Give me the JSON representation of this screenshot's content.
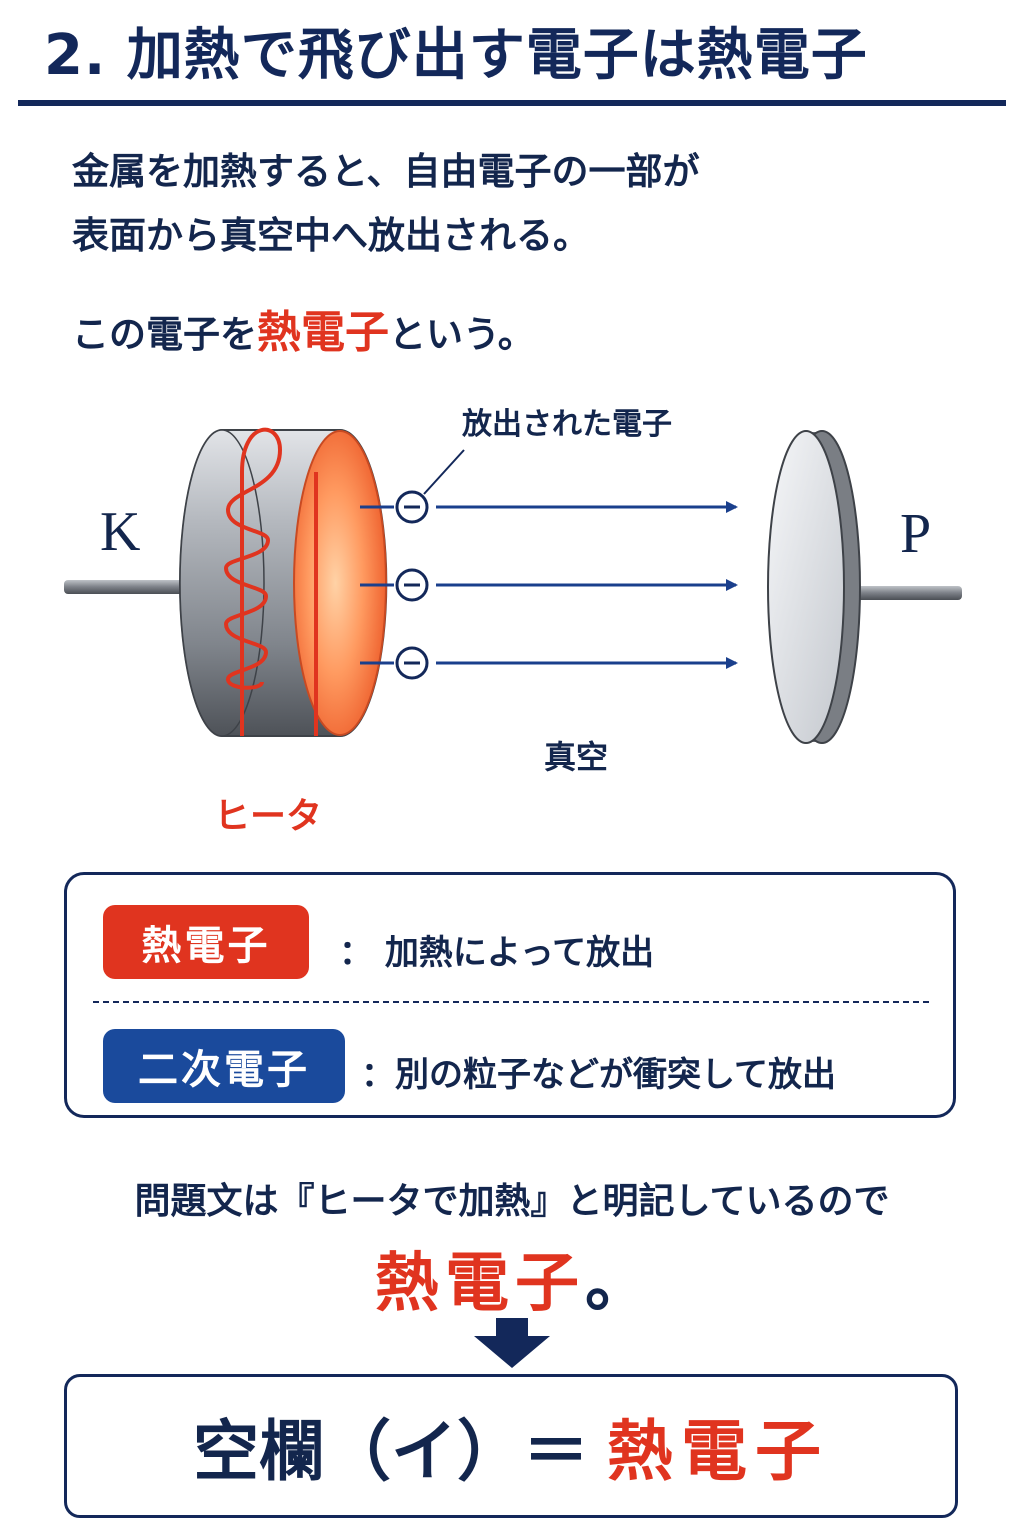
{
  "header": {
    "title": "2. 加熱で飛び出す電子は熱電子"
  },
  "intro": {
    "line1": "金属を加熱すると、自由電子の一部が",
    "line2": "表面から真空中へ放出される。",
    "line3_pre": "この電子を",
    "line3_highlight": "熱電子",
    "line3_post": "という。"
  },
  "diagram": {
    "cathode_label": "K",
    "plate_label": "P",
    "emitted_label": "放出された電子",
    "vacuum_label": "真空",
    "heater_label": "ヒータ",
    "electron_symbol": "⊖",
    "electron_count": 3,
    "colors": {
      "navy": "#13285a",
      "red": "#e0341f",
      "arrow": "#1a3f8c"
    }
  },
  "comparison": {
    "thermal": {
      "badge": "熱電子",
      "desc": "： 加熱によって放出"
    },
    "secondary": {
      "badge": "二次電子",
      "desc": "：別の粒子などが衝突して放出"
    }
  },
  "conclusion": {
    "line1": "問題文は『ヒータで加熱』と明記しているので",
    "line2_highlight": "熱電子",
    "line2_post": "。"
  },
  "answer": {
    "lhs": "空欄（イ）＝",
    "rhs": "熱電子"
  }
}
